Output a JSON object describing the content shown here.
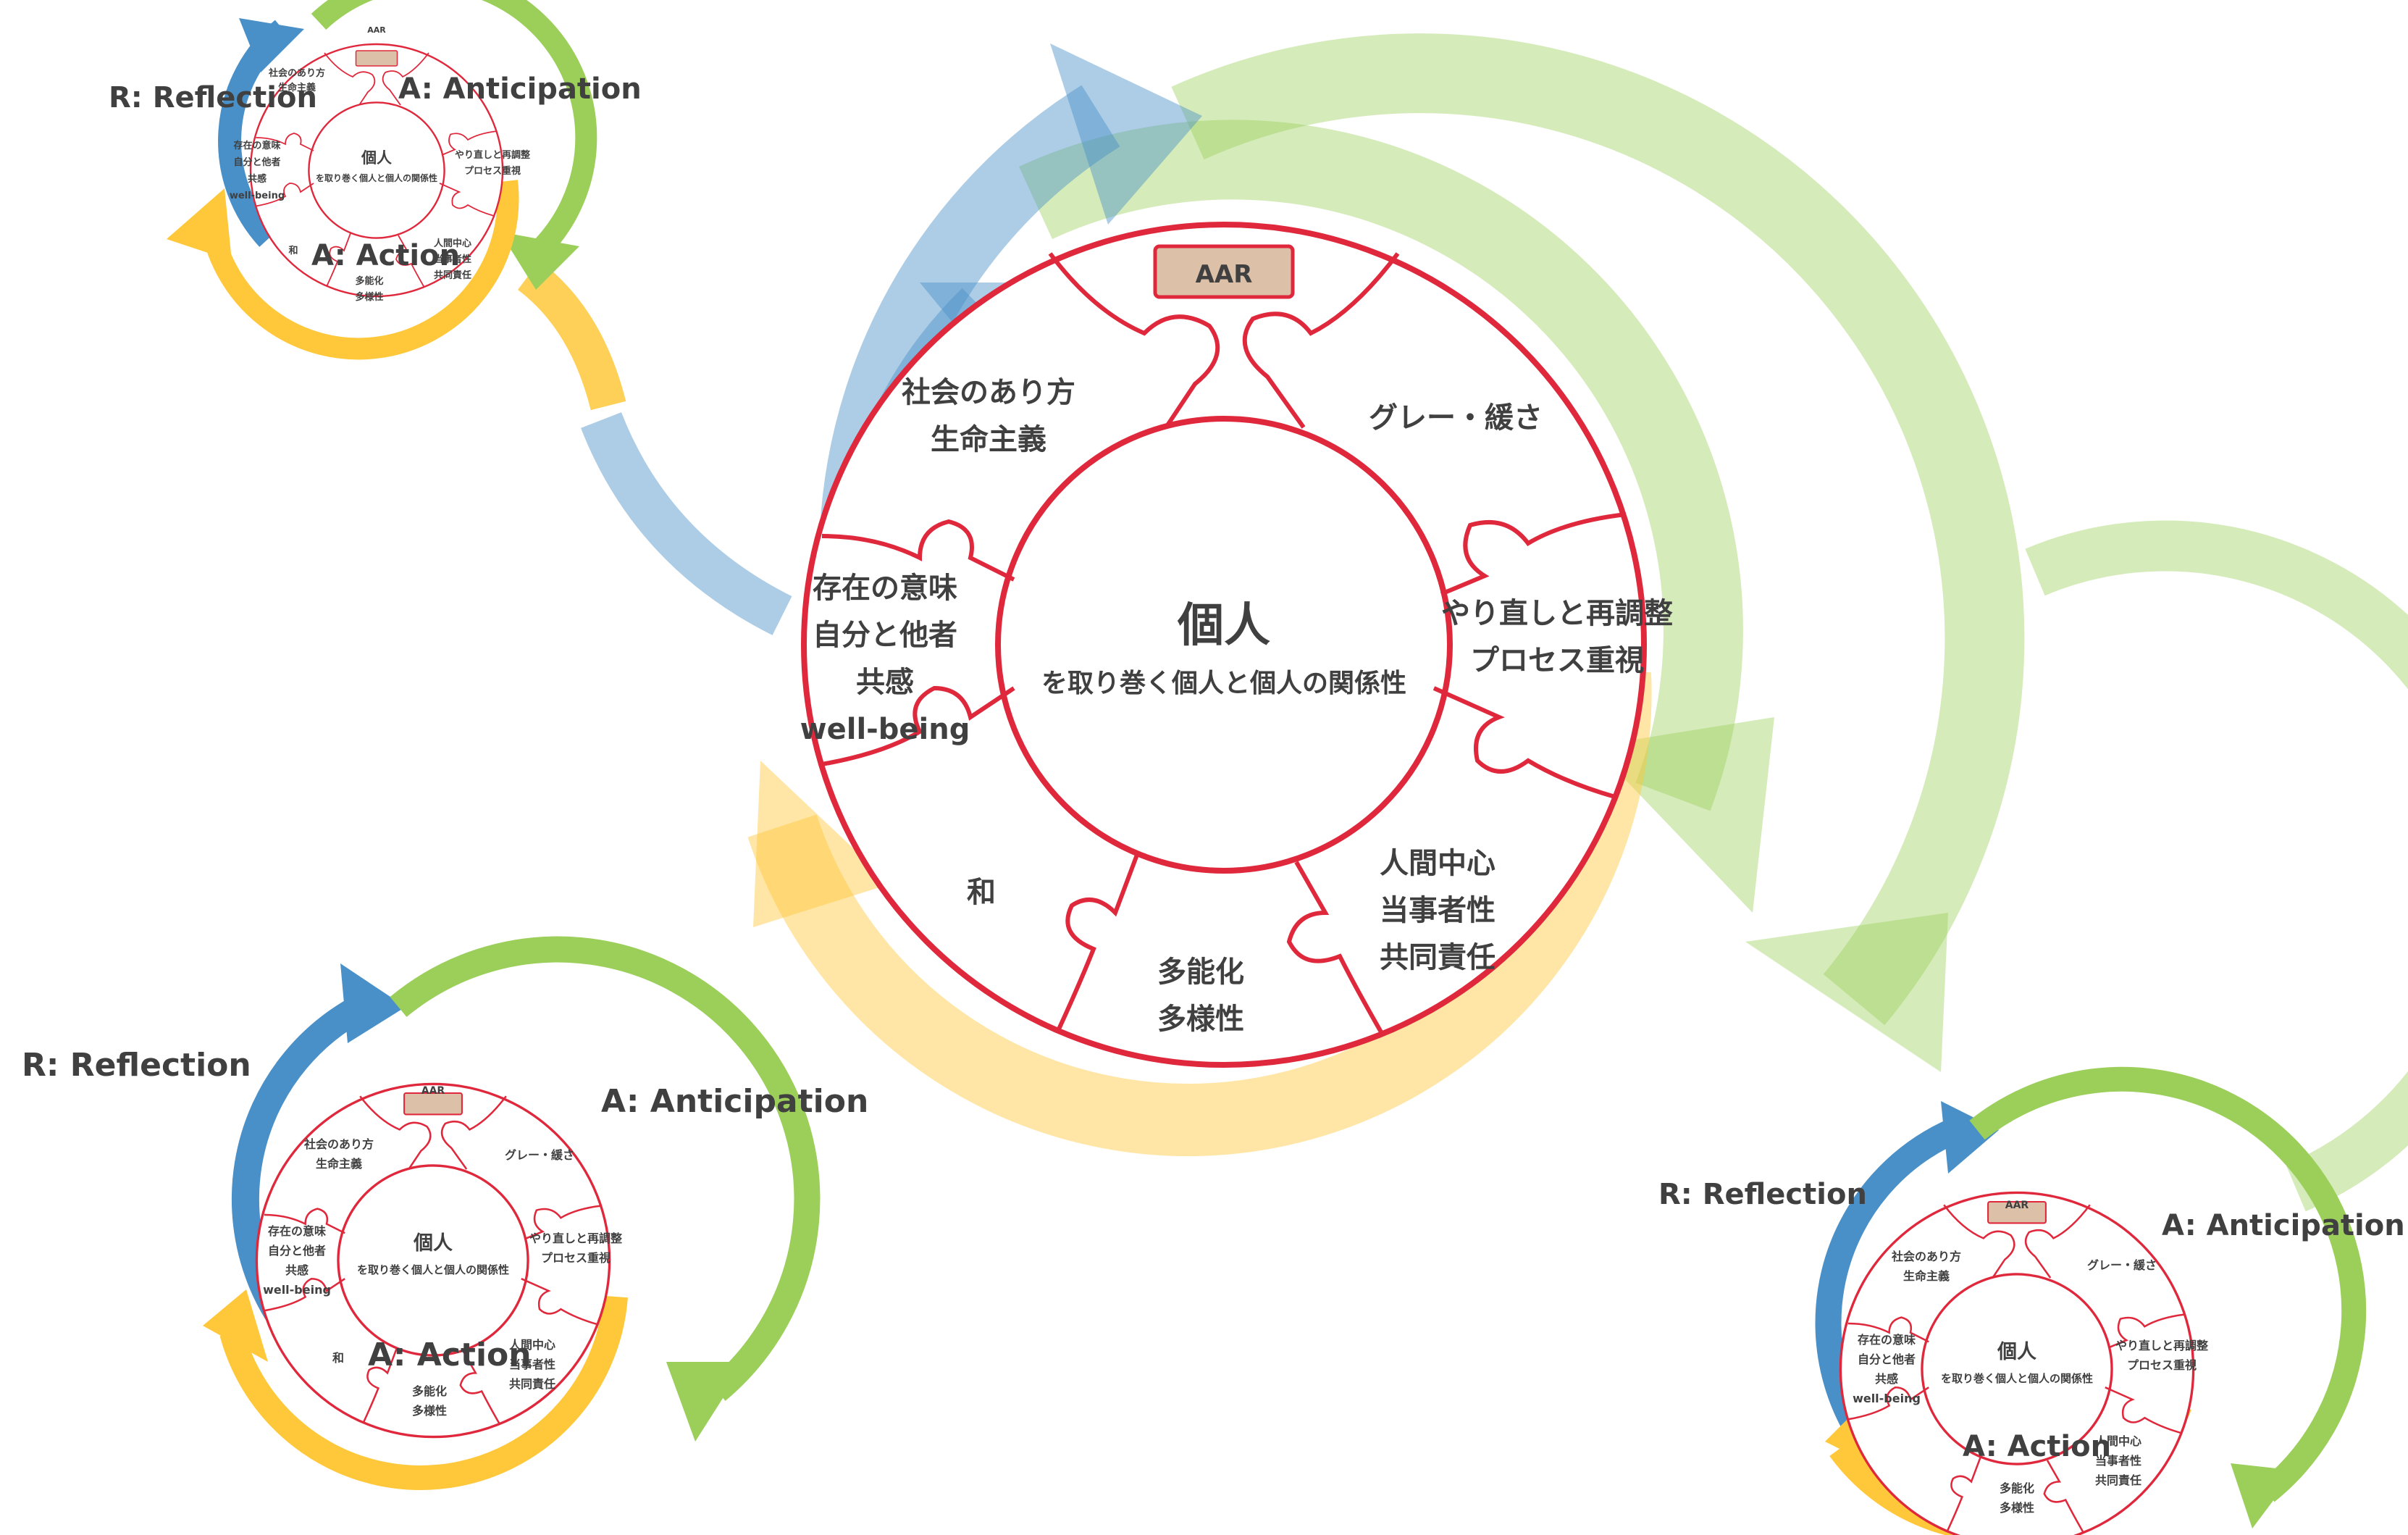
{
  "main": {
    "center_title": "個人",
    "center_subtitle": "を取り巻く個人と個人の関係性",
    "aar": "AAR",
    "segments": [
      {
        "lines": [
          "グレー・緩さ"
        ]
      },
      {
        "lines": [
          "やり直しと再調整",
          "プロセス重視"
        ]
      },
      {
        "lines": [
          "人間中心",
          "当事者性",
          "共同責任"
        ]
      },
      {
        "lines": [
          "多能化",
          "多様性"
        ]
      },
      {
        "lines": [
          "和"
        ]
      },
      {
        "lines": [
          "存在の意味",
          "自分と他者",
          "共感",
          "well-being"
        ]
      },
      {
        "lines": [
          "社会のあり方",
          "生命主義"
        ]
      }
    ]
  },
  "loop_labels": {
    "reflection": "R: Reflection",
    "anticipation": "A: Anticipation",
    "action": "A: Action"
  },
  "colors": {
    "ring_red": "#e0283c",
    "reflection_blue": "#4a90c8",
    "anticipation_green": "#9bcf5a",
    "action_yellow": "#ffc83a",
    "aar_fill": "#dcc0a8",
    "text": "#404040"
  }
}
